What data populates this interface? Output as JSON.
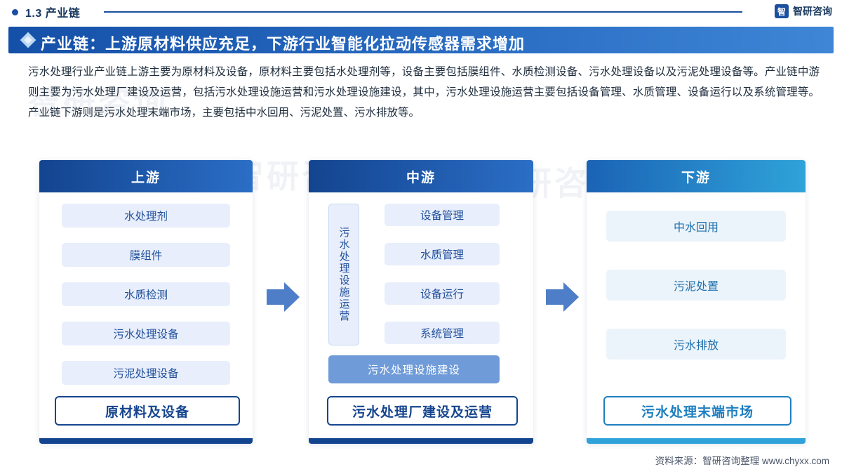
{
  "header": {
    "section_number": "1.3 产业链",
    "brand_mark": "智",
    "brand_name": "智研咨询"
  },
  "band": {
    "title": "产业链：上游原材料供应充足，下游行业智能化拉动传感器需求增加"
  },
  "paragraph": "污水处理行业产业链上游主要为原材料及设备，原材料主要包括水处理剂等，设备主要包括膜组件、水质检测设备、污水处理设备以及污泥处理设备等。产业链中游则主要为污水处理厂建设及运营，包括污水处理设施运营和污水处理设施建设，其中，污水处理设施运营主要包括设备管理、水质管理、设备运行以及系统管理等。产业链下游则是污水处理末端市场，主要包括中水回用、污泥处置、污水排放等。",
  "diagram": {
    "upstream": {
      "head": "上游",
      "items": [
        "水处理剂",
        "膜组件",
        "水质检测",
        "污水处理设备",
        "污泥处理设备"
      ],
      "footer": "原材料及设备"
    },
    "midstream": {
      "head": "中游",
      "vertical_label": "污水处理设施运营",
      "items": [
        "设备管理",
        "水质管理",
        "设备运行",
        "系统管理"
      ],
      "wide_item": "污水处理设施建设",
      "footer": "污水处理厂建设及运营"
    },
    "downstream": {
      "head": "下游",
      "items": [
        "中水回用",
        "污泥处置",
        "污水排放"
      ],
      "footer": "污水处理末端市场"
    }
  },
  "source": "资料来源：智研咨询整理 www.chyxx.com",
  "watermarks": [
    "智研咨询",
    "智研咨询",
    "智研咨询",
    "智研咨询",
    "智"
  ],
  "colors": {
    "brand_blue": "#16458f",
    "accent_blue": "#2b6ec6",
    "down_blue": "#2fa3d9",
    "pill_bg": "#e8eefb"
  }
}
